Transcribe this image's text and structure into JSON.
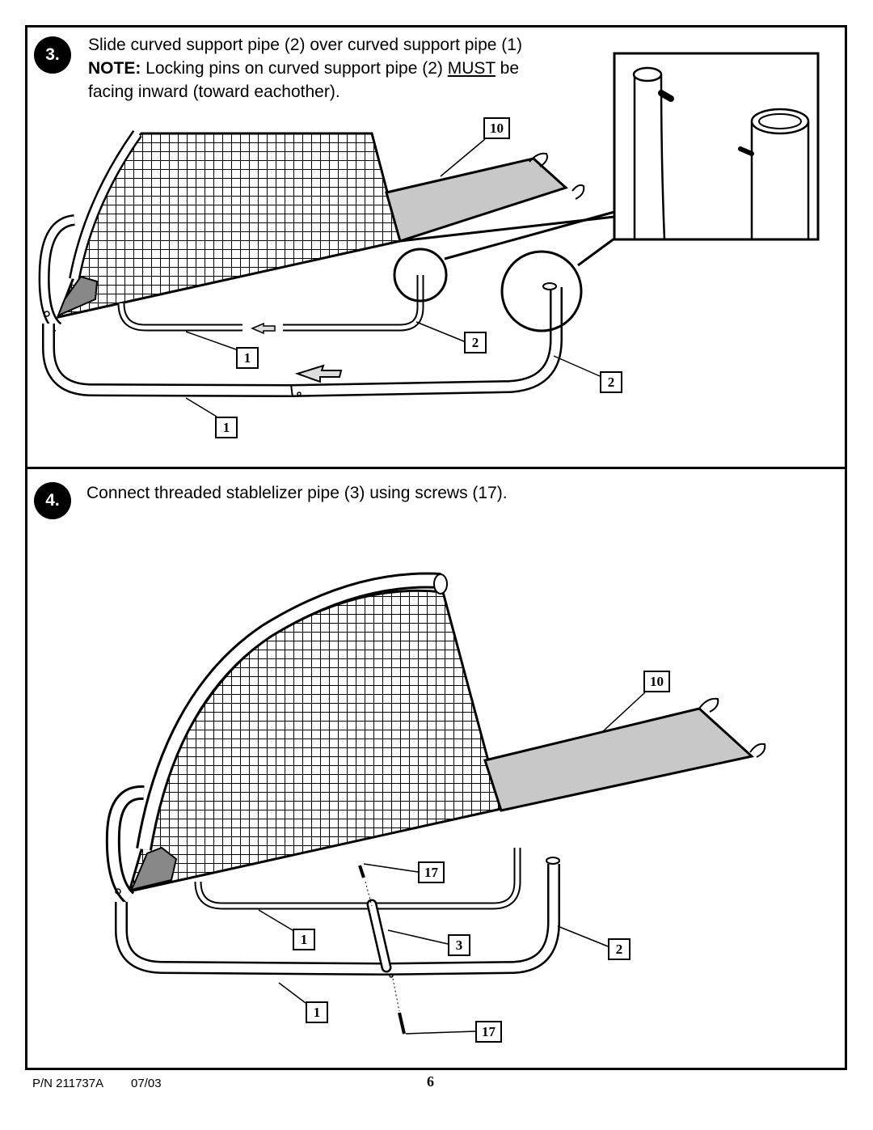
{
  "step3": {
    "number": "3.",
    "line1": "Slide curved support pipe (2) over curved support pipe (1)",
    "note_label": "NOTE:",
    "note_pre": " Locking pins on curved support pipe (2) ",
    "note_emph": "MUST",
    "note_post": " be",
    "line3": "facing inward (toward eachother).",
    "callouts": {
      "net_panel": "10",
      "pipe2_inner": "2",
      "pipe1_inner": "1",
      "pipe2_outer": "2",
      "pipe1_outer": "1"
    }
  },
  "step4": {
    "number": "4.",
    "text": "Connect threaded stablelizer pipe (3) using screws (17).",
    "callouts": {
      "net_panel": "10",
      "screw_top": "17",
      "pipe1_inner": "1",
      "stabilizer": "3",
      "pipe2": "2",
      "pipe1_outer": "1",
      "screw_bottom": "17"
    }
  },
  "footer": {
    "part_number": "P/N 211737A",
    "date": "07/03",
    "page": "6"
  }
}
